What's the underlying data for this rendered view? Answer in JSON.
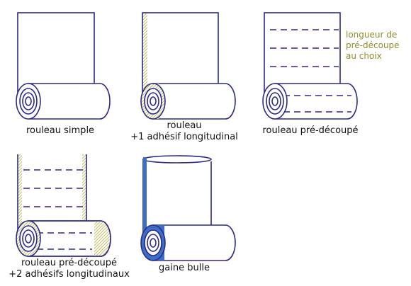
{
  "captions": {
    "simple": "rouleau simple",
    "adhesif_line1": "rouleau",
    "adhesif_line2": "+1 adhésif longitudinal",
    "predecoupe": "rouleau pré-découpé",
    "predecoupe2_line1": "rouleau pré-découpé",
    "predecoupe2_line2": "+2 adhésifs longitudinaux",
    "gaine": "gaine bulle"
  },
  "annotation": {
    "line1": "longueur de",
    "line2": "pré-découpe",
    "line3": "au choix"
  },
  "colors": {
    "outline": "#2a2a8a",
    "adhesive": "#b4ae3c",
    "sleeve": "#3d6fc4",
    "annotation": "#8d8d2b"
  }
}
